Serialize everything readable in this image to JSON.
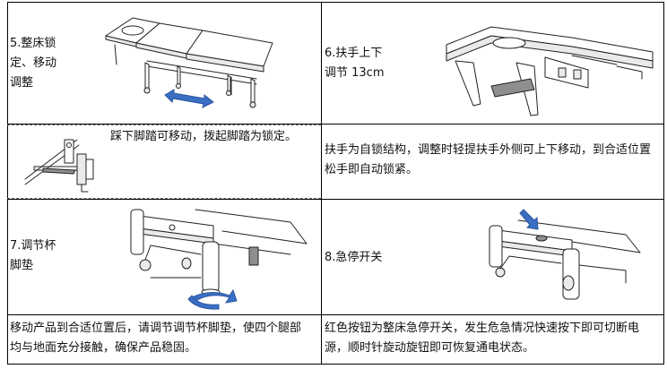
{
  "sections": {
    "lock": {
      "title": "5.整床锁\n定、移动\n调整",
      "caption": "踩下脚踏可移动，拨起脚踏为锁定。"
    },
    "armrest": {
      "title": "6.扶手上下\n调节 13cm",
      "caption": "扶手为自锁结构，调整时轻提扶手外侧可上下移动，到合适位置\n松手即自动锁紧。"
    },
    "foot_cup": {
      "title": "7.调节杯\n脚垫",
      "caption": "移动产品到合适位置后，请调节调节杯脚垫，使四个腿部\n均与地面充分接触，确保产品稳固。"
    },
    "emergency": {
      "title": "8.急停开关",
      "caption": "红色按钮为整床急停开关，发生危急情况快速按下即可切断电\n源，顺时针旋动旋钮即可恢复通电状态。"
    }
  },
  "colors": {
    "arrow": "#3a6fc3",
    "border": "#000000"
  }
}
